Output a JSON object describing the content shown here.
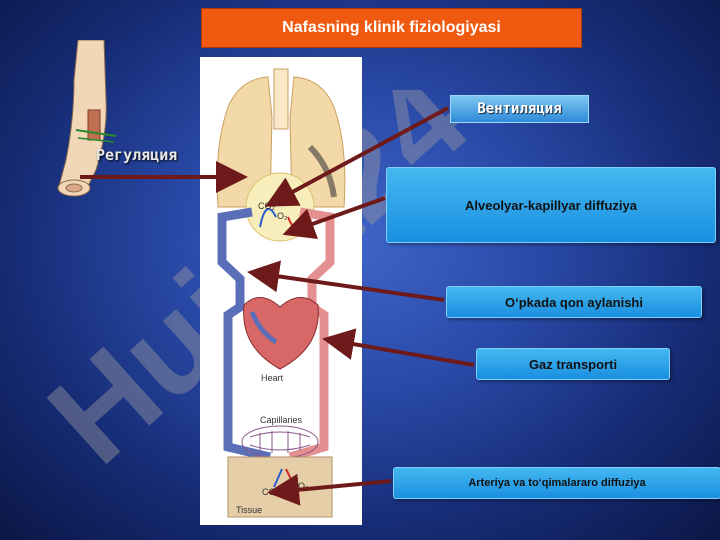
{
  "title": "Nafasning klinik fiziologiyasi",
  "regulation_label": "Регуляция",
  "ventilation_label": "Вентиляция",
  "boxes": {
    "alveolar": "Alveolyar-kapillyar diffuziya",
    "pulmonary": "O‘pkada qon aylanishi",
    "gas": "Gaz transporti",
    "tissue": "Arteriya va to‘qimalararo diffuziya"
  },
  "diagram": {
    "co2_top": "CO₂",
    "o2_top": "O₂",
    "heart": "Heart",
    "capillaries": "Capillaries",
    "co2_bottom": "CO₂",
    "o2_bottom": "O₂",
    "tissue": "Tissue"
  },
  "watermark": "Hujjat24",
  "colors": {
    "title_bg": "#f05a10",
    "box_bg": "#1a8fe0",
    "arrow": "#6e1a1a",
    "vein": "#5a6fb8",
    "artery": "#e07878"
  }
}
